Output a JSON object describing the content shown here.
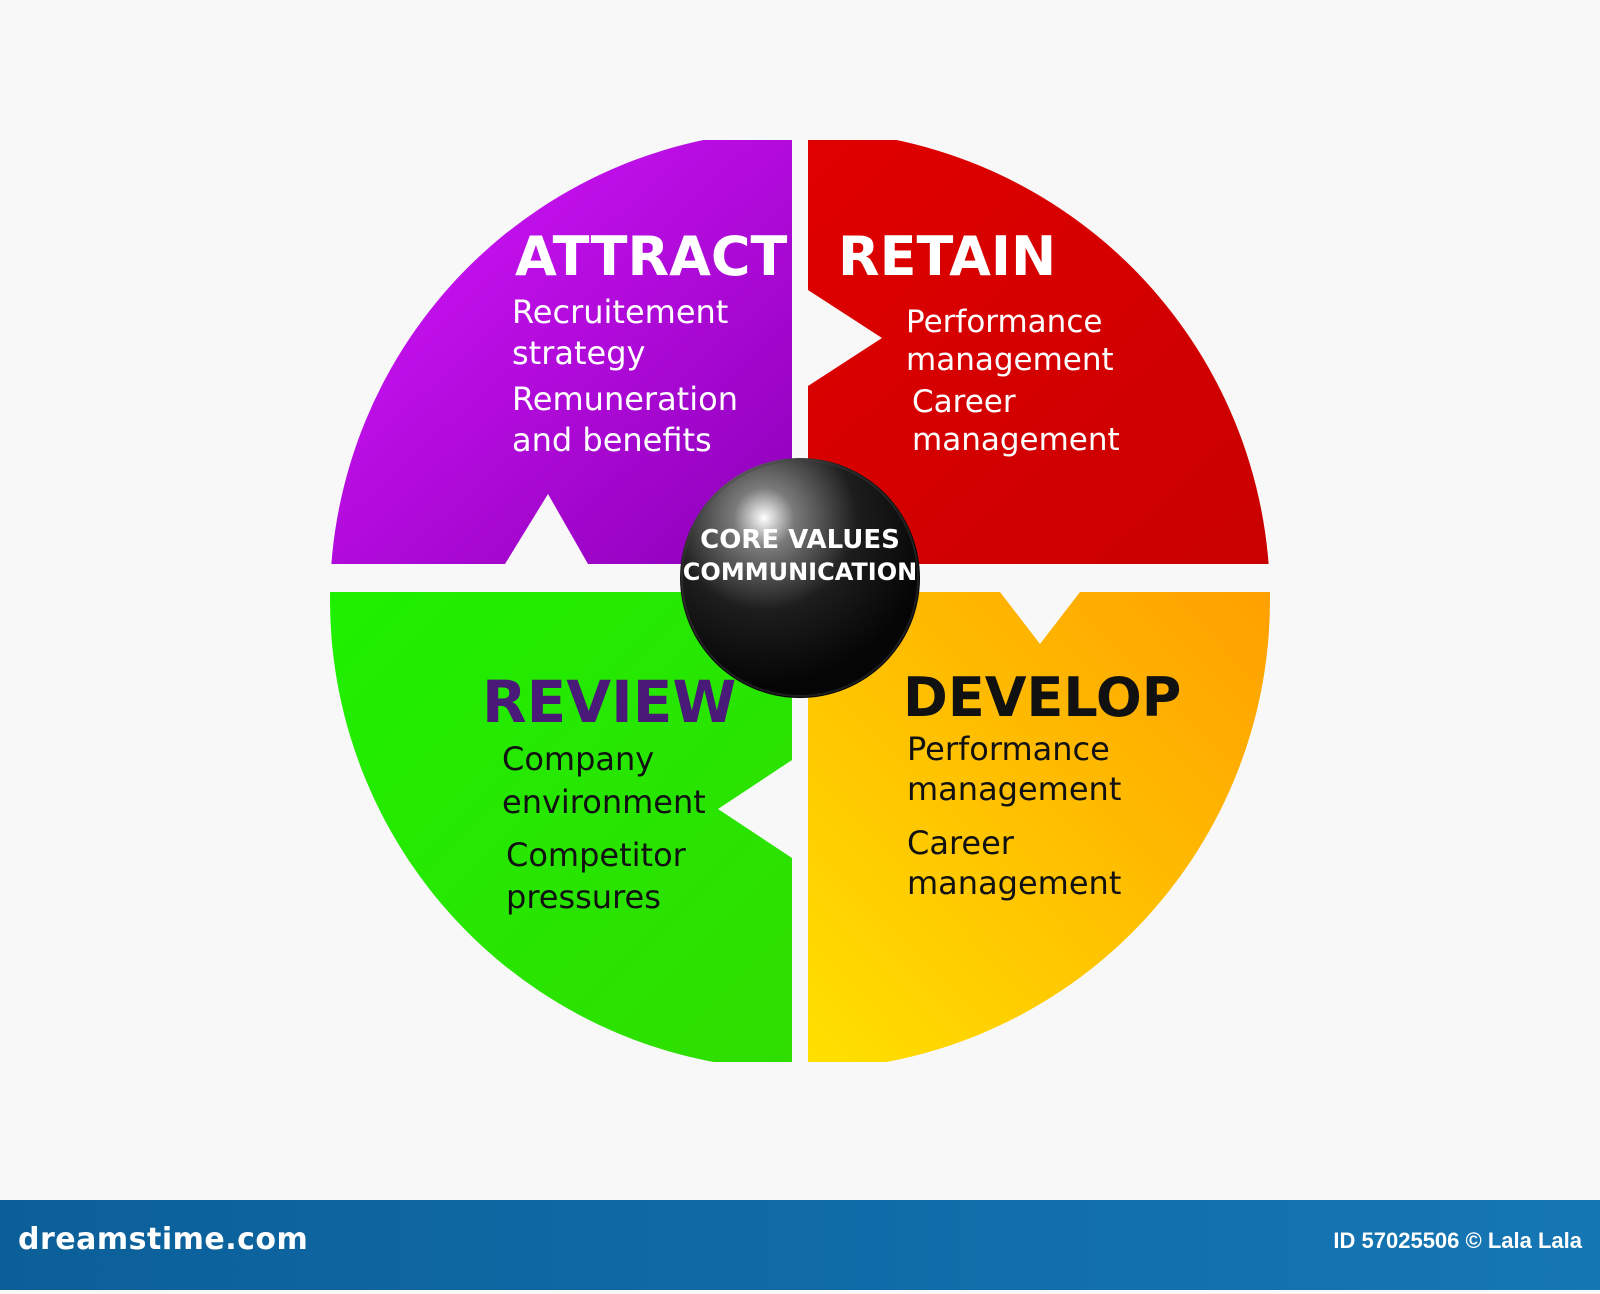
{
  "diagram": {
    "center": {
      "line1": "CORE VALUES",
      "line2": "COMMUNICATION"
    },
    "attract": {
      "title": "ATTRACT",
      "lines": [
        "Recruitement",
        "strategy",
        "Remuneration",
        "and benefits"
      ]
    },
    "retain": {
      "title": "RETAIN",
      "lines": [
        "Performance",
        "management",
        "Career",
        "management"
      ]
    },
    "review": {
      "title": "REVIEW",
      "lines": [
        "Company",
        "environment",
        "Competitor",
        "pressures"
      ]
    },
    "develop": {
      "title": "DEVELOP",
      "lines": [
        "Performance",
        "management",
        "Career",
        "management"
      ]
    }
  },
  "footer": {
    "logo": "dreamstime.com",
    "credit": "ID 57025506 © Lala Lala"
  },
  "colors": {
    "attract": "#a400d6",
    "retain": "#dd0000",
    "review": "#22e800",
    "develop": "#ffb000",
    "center": "#202020",
    "review_title": "#4a1a78",
    "footer": "#0d68a8"
  }
}
